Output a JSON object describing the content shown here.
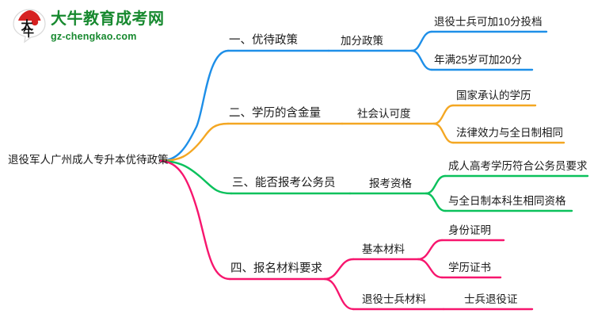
{
  "logo": {
    "badge_text": "大牛",
    "title": "大牛教育成考网",
    "subtitle": "gz-chengkao.com",
    "brand_color": "#17892f",
    "badge_accent_color": "#d62121"
  },
  "mindmap": {
    "root": {
      "label": "退役军人广州成人专升本优待政策"
    },
    "branches": [
      {
        "id": "branch-1",
        "color": "#1E8FE8",
        "label": "一、优待政策",
        "children": [
          {
            "label": "加分政策",
            "children": [
              {
                "label": "退役士兵可加10分投档"
              },
              {
                "label": "年满25岁可加20分"
              }
            ]
          }
        ]
      },
      {
        "id": "branch-2",
        "color": "#F4A723",
        "label": "二、学历的含金量",
        "children": [
          {
            "label": "社会认可度",
            "children": [
              {
                "label": "国家承认的学历"
              },
              {
                "label": "法律效力与全日制相同"
              }
            ]
          }
        ]
      },
      {
        "id": "branch-3",
        "color": "#0BC15C",
        "label": "三、能否报考公务员",
        "children": [
          {
            "label": "报考资格",
            "children": [
              {
                "label": "成人高考学历符合公务员要求"
              },
              {
                "label": "与全日制本科生相同资格"
              }
            ]
          }
        ]
      },
      {
        "id": "branch-4",
        "color": "#F7166E",
        "label": "四、报名材料要求",
        "children": [
          {
            "label": "基本材料",
            "children": [
              {
                "label": "身份证明"
              },
              {
                "label": "学历证书"
              }
            ]
          },
          {
            "label": "退役士兵材料",
            "children": [
              {
                "label": "士兵退役证"
              }
            ]
          }
        ]
      }
    ]
  }
}
